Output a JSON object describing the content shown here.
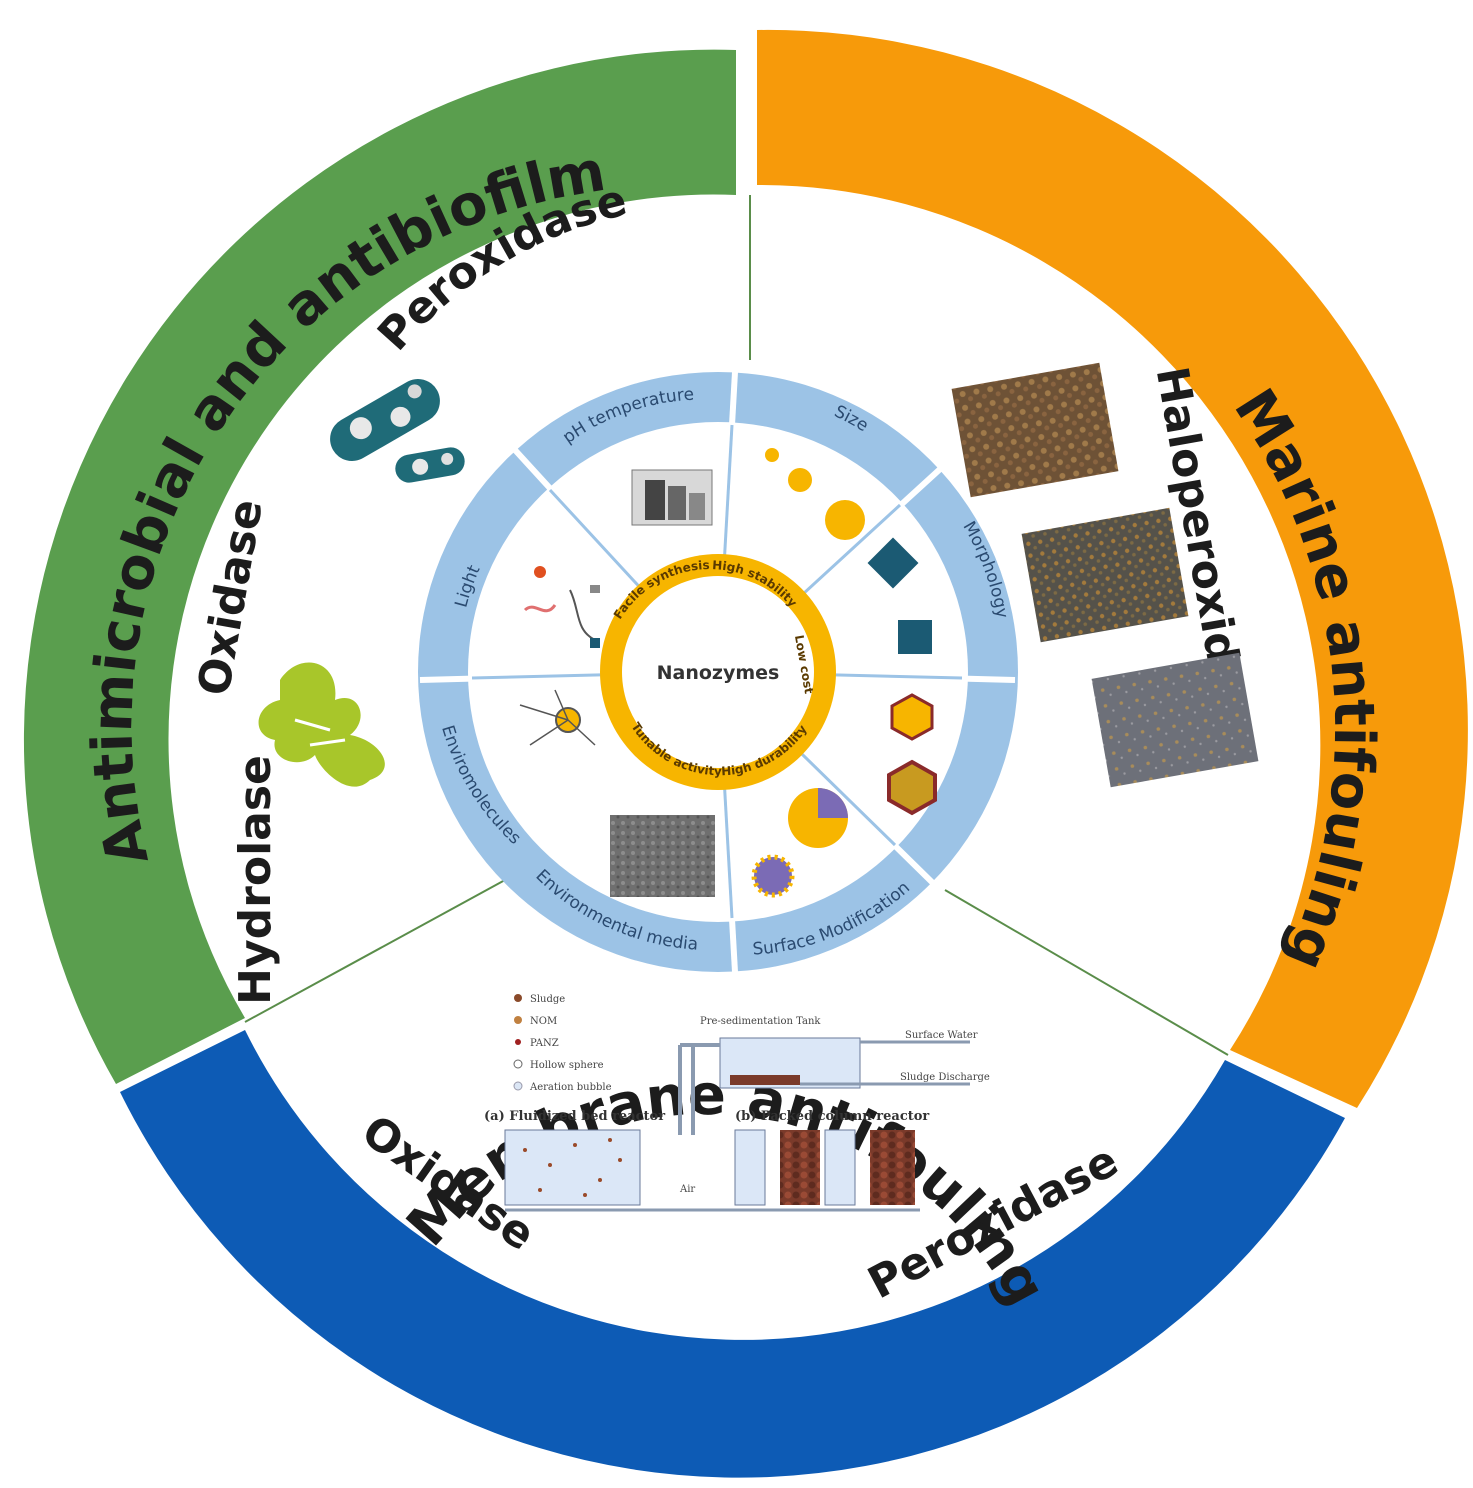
{
  "outer_sectors": [
    {
      "label": "Antimicrobial and antibiofilm",
      "color": "#5a9e4e"
    },
    {
      "label": "Marine antifouling",
      "color": "#f79a0a"
    },
    {
      "label": "Membrane antifouling",
      "color": "#0d5bb5"
    }
  ],
  "enzyme_labels": {
    "peroxidase_top": "Peroxidase",
    "oxidase_left": "Oxidase",
    "hydrolase": "Hydrolase",
    "haloperoxidase": "Haloperoxidase",
    "oxidase_bottom": "Oxidase",
    "peroxidase_bottom": "Peroxidase"
  },
  "factor_ring": {
    "color": "#9cc3e6",
    "labels": [
      "pH temperature",
      "Size",
      "Morphology",
      "Surface Modification",
      "Environmental media",
      "Enviromolecules",
      "Light"
    ]
  },
  "core": {
    "title": "Nanozymes",
    "color": "#f7b500",
    "properties": [
      "High stability",
      "Low cost",
      "High durability",
      "Tunable activity",
      "Facile synthesis"
    ]
  },
  "reactor_panel": {
    "legend": [
      "Sludge",
      "NOM",
      "PANZ",
      "Hollow sphere",
      "Aeration bubble"
    ],
    "tank_title": "Pre-sedimentation Tank",
    "inlet": "Surface Water",
    "outlet": "Sludge Discharge",
    "reactor_a": "(a) Fluidized bed reactor",
    "reactor_b": "(b) Packed column reactor",
    "pipe_label": "Air"
  }
}
